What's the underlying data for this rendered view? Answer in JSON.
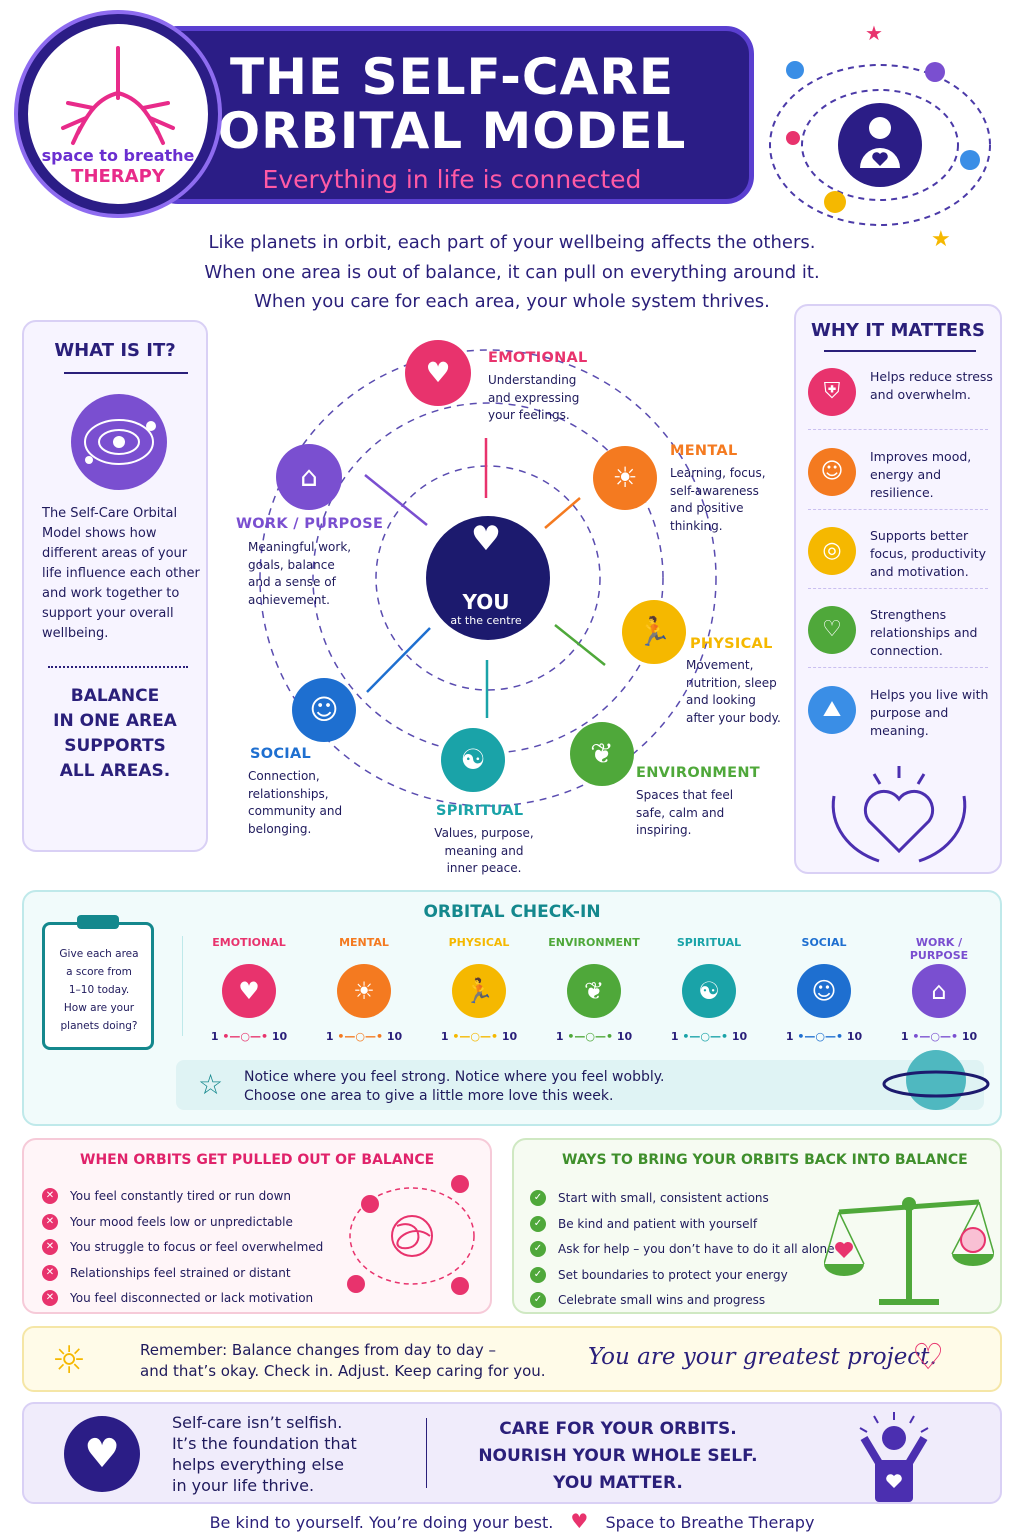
{
  "header": {
    "title_line1": "THE SELF-CARE",
    "title_line2": "ORBITAL MODEL",
    "subtitle": "Everything in life is connected",
    "logo_line1": "space to breathe",
    "logo_line2": "THERAPY"
  },
  "intro": [
    "Like planets in orbit, each part of your wellbeing affects the others.",
    "When one area is out of balance, it can pull on everything around it.",
    "When you care for each area, your whole system thrives."
  ],
  "what_is_it": {
    "title": "WHAT IS IT?",
    "body": "The Self-Care Orbital Model shows how different areas of your life influence each other and work together to support your overall wellbeing.",
    "tagline": [
      "BALANCE",
      "IN ONE AREA",
      "SUPPORTS",
      "ALL AREAS."
    ]
  },
  "why_it_matters": {
    "title": "WHY IT MATTERS",
    "items": [
      {
        "text": "Helps reduce stress and overwhelm.",
        "icon": "shield-icon",
        "color": "#e8336d"
      },
      {
        "text": "Improves mood, energy and resilience.",
        "icon": "smiley-icon",
        "color": "#f47a20"
      },
      {
        "text": "Supports better focus, productivity and motivation.",
        "icon": "target-icon",
        "color": "#f5b800"
      },
      {
        "text": "Strengthens relationships and connection.",
        "icon": "hands-heart-icon",
        "color": "#4fa83a"
      },
      {
        "text": "Helps you live with purpose and meaning.",
        "icon": "mountain-flag-icon",
        "color": "#3a8ee6"
      }
    ]
  },
  "center": {
    "label": "YOU",
    "sublabel": "at the centre"
  },
  "planets": {
    "emotional": {
      "name": "EMOTIONAL",
      "desc": [
        "Understanding",
        "and expressing",
        "your feelings."
      ],
      "color": "#e8336d",
      "icon": "heart-icon"
    },
    "mental": {
      "name": "MENTAL",
      "desc": [
        "Learning, focus,",
        "self-awareness",
        "and positive",
        "thinking."
      ],
      "color": "#f47a20",
      "icon": "lightbulb-head-icon"
    },
    "physical": {
      "name": "PHYSICAL",
      "desc": [
        "Movement,",
        "nutrition, sleep",
        "and looking",
        "after your body."
      ],
      "color": "#f5b800",
      "icon": "running-icon"
    },
    "environment": {
      "name": "ENVIRONMENT",
      "desc": [
        "Spaces that feel",
        "safe, calm and",
        "inspiring."
      ],
      "color": "#4fa83a",
      "icon": "leaf-icon"
    },
    "spiritual": {
      "name": "SPIRITUAL",
      "desc": [
        "Values, purpose,",
        "meaning and",
        "inner peace."
      ],
      "color": "#1aa3a8",
      "icon": "meditation-icon"
    },
    "social": {
      "name": "SOCIAL",
      "desc": [
        "Connection,",
        "relationships,",
        "community and",
        "belonging."
      ],
      "color": "#1e6fd0",
      "icon": "people-icon"
    },
    "work": {
      "name": "WORK / PURPOSE",
      "desc": [
        "Meaningful work,",
        "goals, balance",
        "and a sense of",
        "achievement."
      ],
      "color": "#7a4fd0",
      "icon": "briefcase-icon"
    }
  },
  "checkin": {
    "title": "ORBITAL CHECK-IN",
    "clipboard": [
      "Give each area",
      "a score from",
      "1–10 today.",
      "How are your",
      "planets doing?"
    ],
    "scale_min": "1",
    "scale_max": "10",
    "areas": [
      {
        "label": "EMOTIONAL",
        "color": "#e8336d",
        "icon": "heart-icon"
      },
      {
        "label": "MENTAL",
        "color": "#f47a20",
        "icon": "lightbulb-head-icon"
      },
      {
        "label": "PHYSICAL",
        "color": "#f5b800",
        "icon": "running-icon"
      },
      {
        "label": "ENVIRONMENT",
        "color": "#4fa83a",
        "icon": "leaf-icon"
      },
      {
        "label": "SPIRITUAL",
        "color": "#1aa3a8",
        "icon": "meditation-icon"
      },
      {
        "label": "SOCIAL",
        "color": "#1e6fd0",
        "icon": "people-icon"
      },
      {
        "label": "WORK /\nPURPOSE",
        "color": "#7a4fd0",
        "icon": "briefcase-icon"
      }
    ],
    "note_line1": "Notice where you feel strong. Notice where you feel wobbly.",
    "note_line2": "Choose one area to give a little more love this week."
  },
  "out_of_balance": {
    "title": "WHEN ORBITS GET PULLED OUT OF BALANCE",
    "items": [
      "You feel constantly tired or run down",
      "Your mood feels low or unpredictable",
      "You struggle to focus or feel overwhelmed",
      "Relationships feel strained or distant",
      "You feel disconnected or lack motivation"
    ]
  },
  "back_to_balance": {
    "title": "WAYS TO BRING YOUR ORBITS BACK INTO BALANCE",
    "items": [
      "Start with small, consistent actions",
      "Be kind and patient with yourself",
      "Ask for help – you don’t have to do it all alone",
      "Set boundaries to protect your energy",
      "Celebrate small wins and progress"
    ]
  },
  "remember": {
    "line1": "Remember: Balance changes from day to day –",
    "line2": "and that’s okay. Check in. Adjust. Keep caring for you.",
    "script": "You are your greatest project."
  },
  "closing": {
    "left": [
      "Self-care isn’t selfish.",
      "It’s the foundation that",
      "helps everything else",
      "in your life thrive."
    ],
    "right": [
      "CARE FOR YOUR ORBITS.",
      "NOURISH YOUR WHOLE SELF.",
      "YOU MATTER."
    ]
  },
  "footer": {
    "left": "Be kind to yourself. You’re doing your best.",
    "right": "Space to Breathe Therapy"
  }
}
